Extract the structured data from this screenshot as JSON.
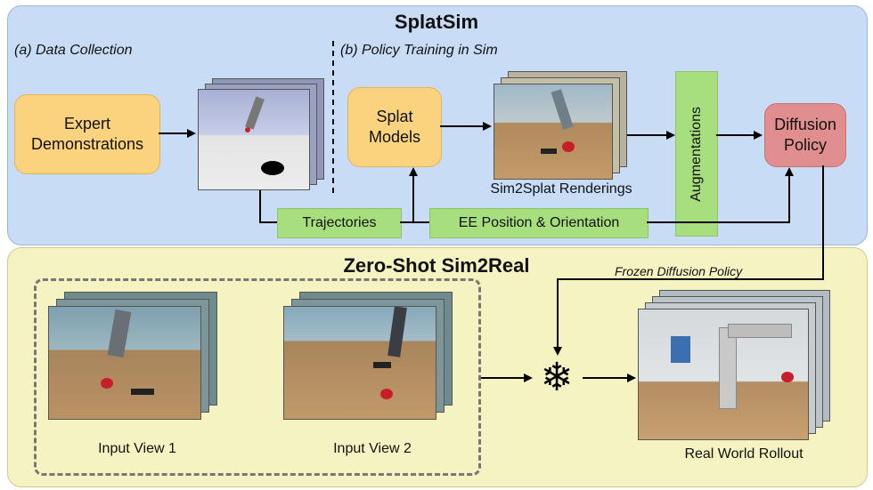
{
  "top": {
    "title": "SplatSim",
    "section_a": "(a) Data Collection",
    "section_b": "(b) Policy Training in Sim",
    "expert": "Expert\nDemonstrations",
    "splat": "Splat\nModels",
    "renderings_caption": "Sim2Splat Renderings",
    "augmentations": "Augmentations",
    "policy": "Diffusion\nPolicy",
    "trajectories": "Trajectories",
    "ee_pose": "EE Position & Orientation"
  },
  "bottom": {
    "title": "Zero-Shot Sim2Real",
    "frozen": "Frozen Diffusion Policy",
    "view1": "Input View 1",
    "view2": "Input View 2",
    "rollout": "Real World Rollout",
    "snowflake": "❄"
  },
  "colors": {
    "top_bg": "#c9dcf6",
    "bottom_bg": "#f5f3c1",
    "orange": "#fbd27d",
    "red": "#e08e8e",
    "green": "#a8df7e"
  }
}
